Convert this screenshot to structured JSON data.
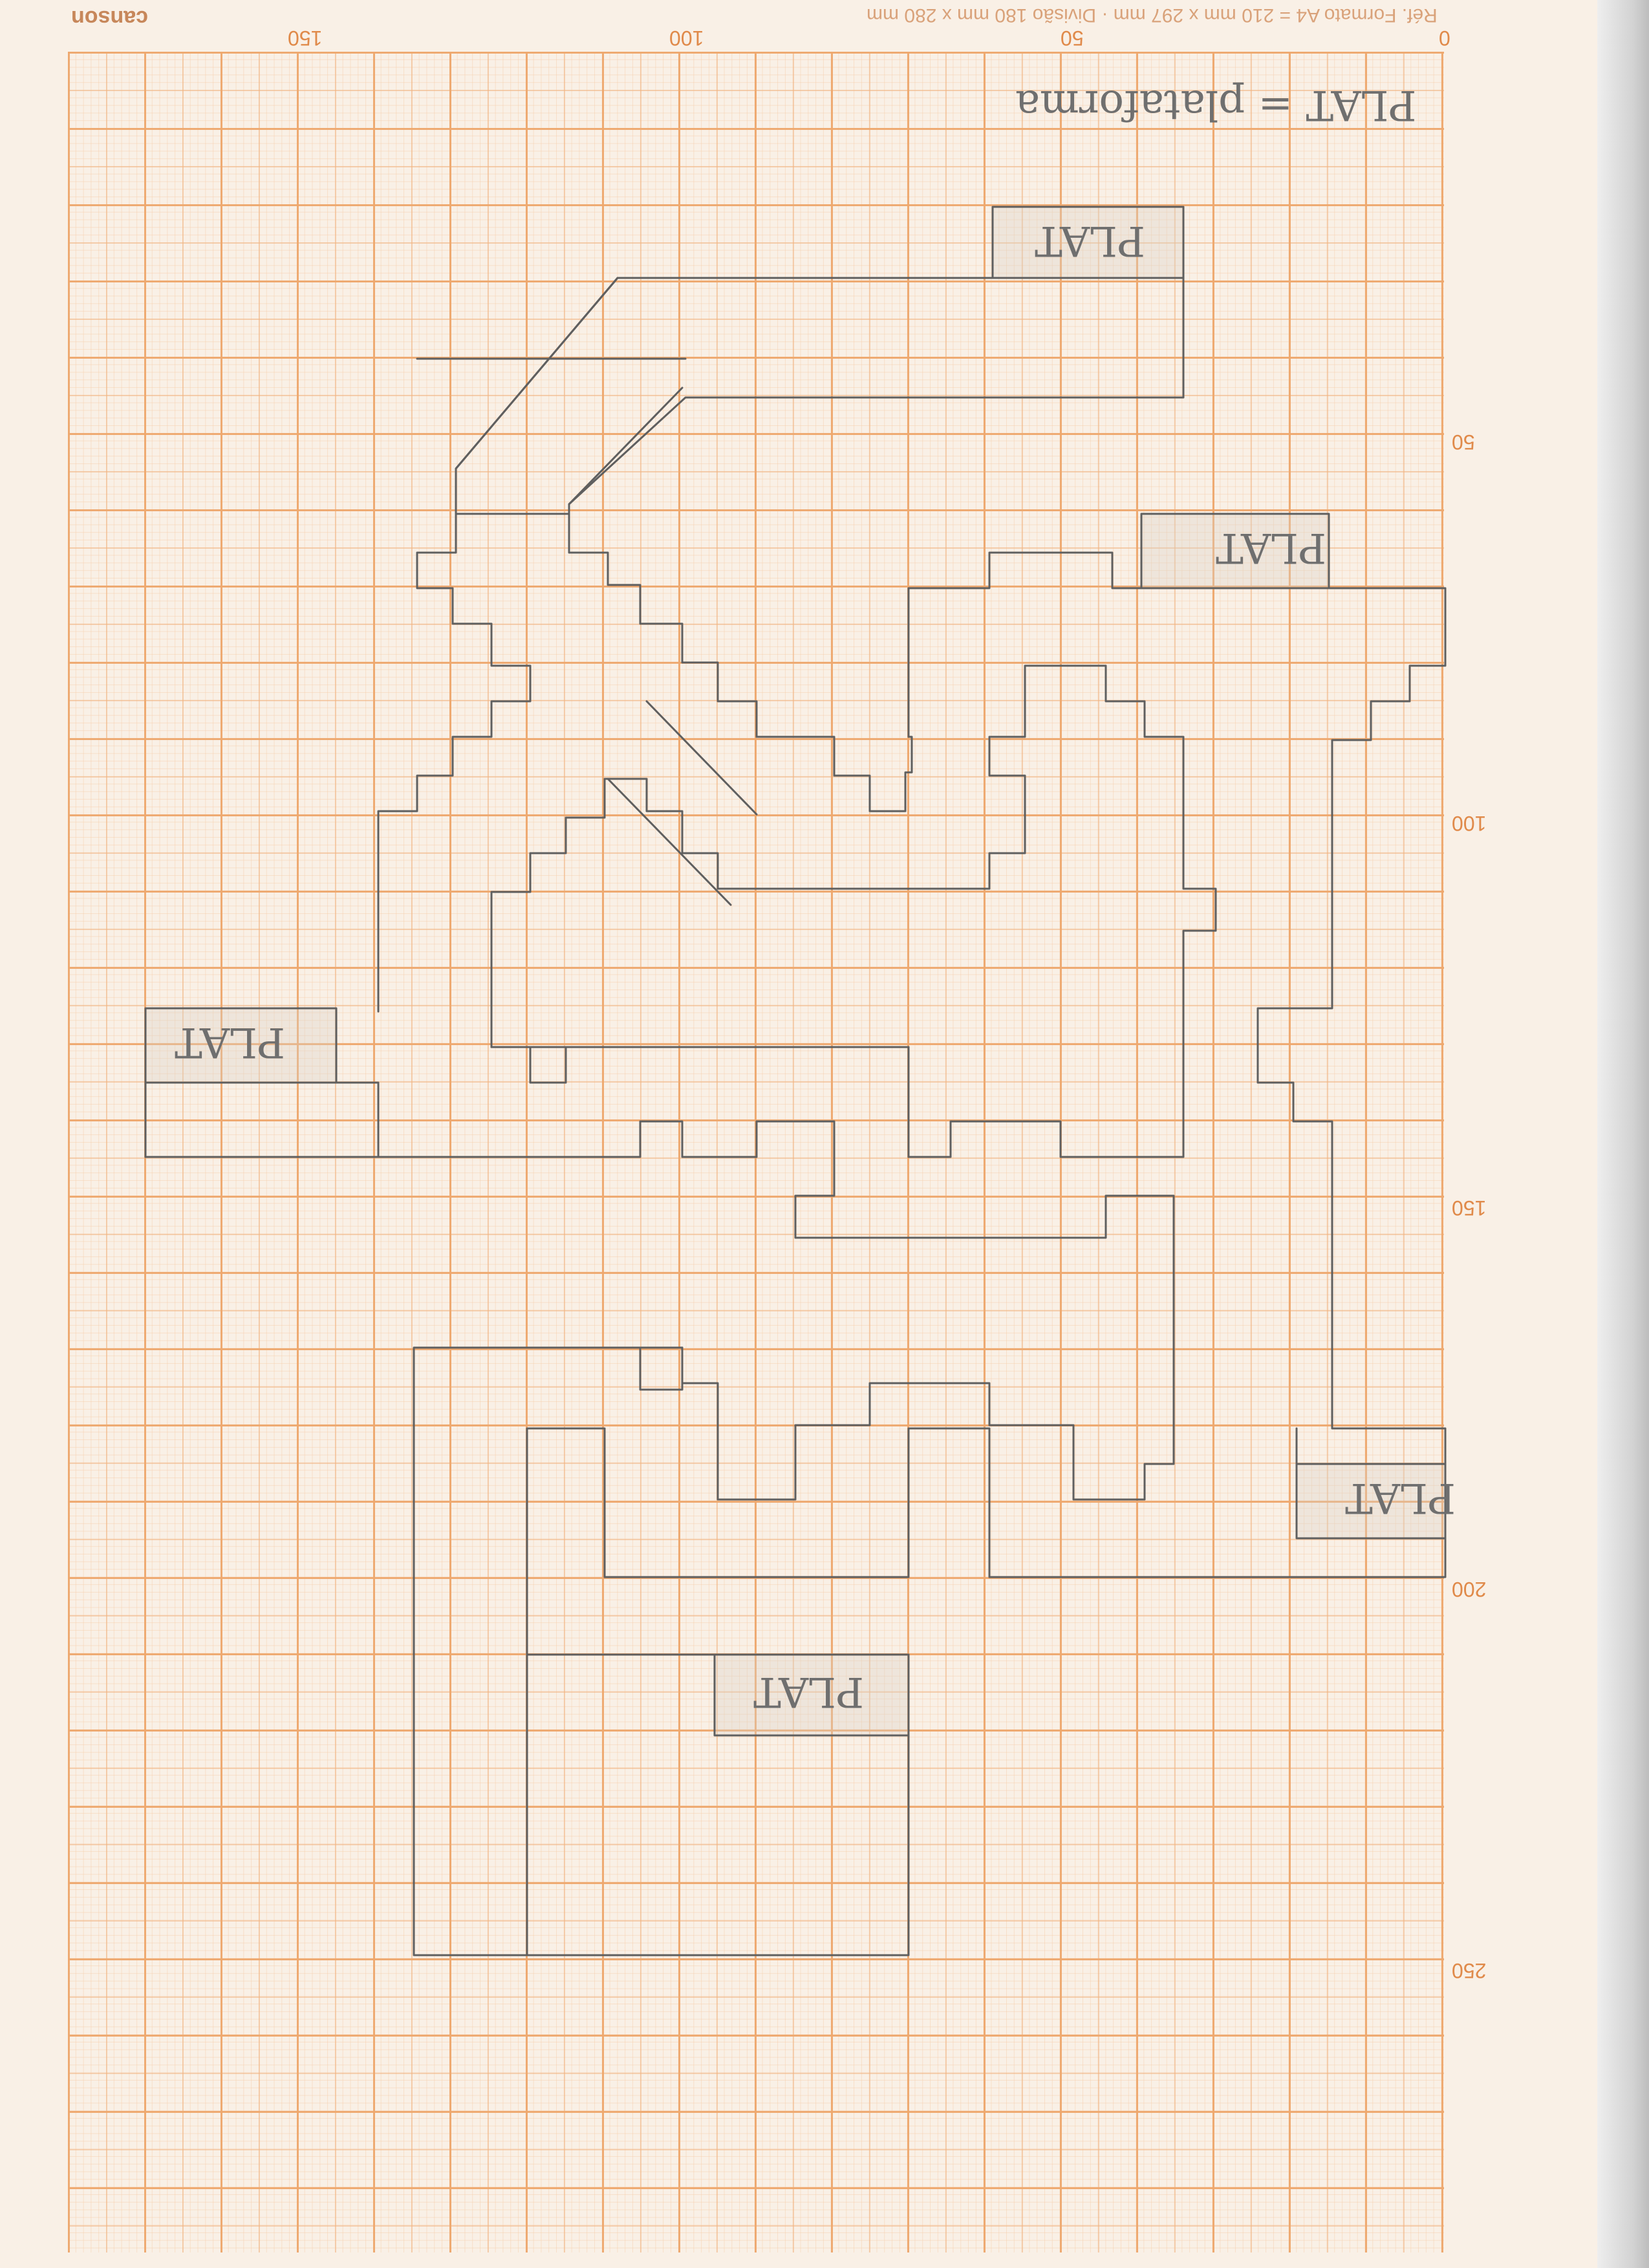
{
  "sheet": {
    "brand": "canson",
    "reference": "Réf. Formato A4 = 210 mm x 297 mm · Divisão 180 mm x 280 mm",
    "scale_top": [
      "0",
      "50",
      "100",
      "150"
    ],
    "scale_side": [
      "50",
      "100",
      "150",
      "200",
      "250"
    ]
  },
  "sketch": {
    "legend": "PLAT = plataforma",
    "platform_labels": [
      "PLAT",
      "PLAT",
      "PLAT",
      "PLAT",
      "PLAT"
    ]
  },
  "colors": {
    "paper": "#f9f0e6",
    "grid_major": "#eea86e",
    "grid_minor": "#f6cdaa",
    "pencil": "#5f5f5f"
  }
}
